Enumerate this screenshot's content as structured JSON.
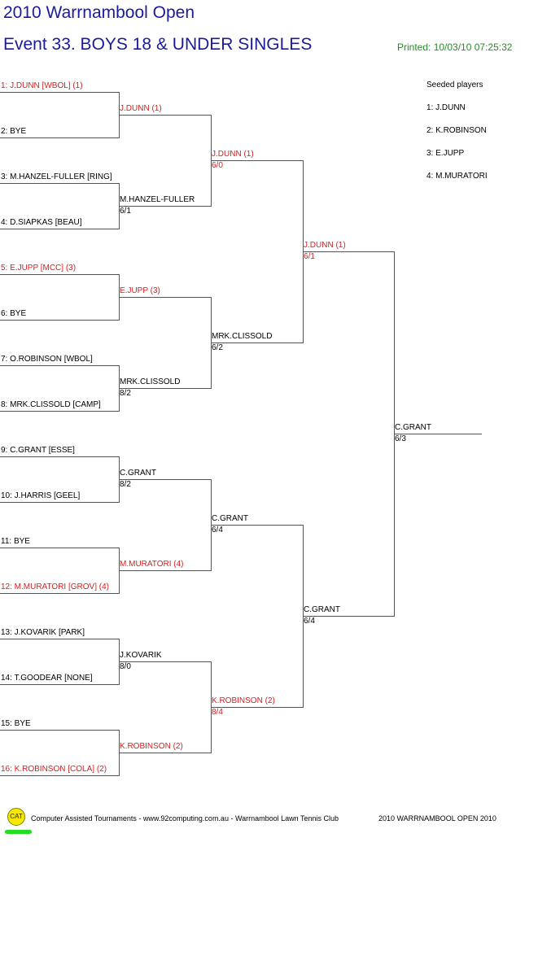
{
  "header": {
    "tournament": "2010 Warrnambool Open",
    "event": "Event 33. BOYS 18 & UNDER SINGLES",
    "printed": "Printed: 10/03/10 07:25:32"
  },
  "seeded": {
    "title": "Seeded players",
    "players": [
      "1: J.DUNN",
      "2: K.ROBINSON",
      "3: E.JUPP",
      "4: M.MURATORI"
    ]
  },
  "rounds": [
    [
      {
        "name": "1: J.DUNN [WBOL] (1)",
        "seeded": true
      },
      {
        "name": "2: BYE",
        "seeded": false
      },
      {
        "name": "3: M.HANZEL-FULLER [RING]",
        "seeded": false
      },
      {
        "name": "4: D.SIAPKAS [BEAU]",
        "seeded": false
      },
      {
        "name": "5: E.JUPP [MCC] (3)",
        "seeded": true
      },
      {
        "name": "6: BYE",
        "seeded": false
      },
      {
        "name": "7: O.ROBINSON [WBOL]",
        "seeded": false
      },
      {
        "name": "8: MRK.CLISSOLD [CAMP]",
        "seeded": false
      },
      {
        "name": "9: C.GRANT [ESSE]",
        "seeded": false
      },
      {
        "name": "10: J.HARRIS [GEEL]",
        "seeded": false
      },
      {
        "name": "11: BYE",
        "seeded": false
      },
      {
        "name": "12: M.MURATORI [GROV] (4)",
        "seeded": true
      },
      {
        "name": "13: J.KOVARIK [PARK]",
        "seeded": false
      },
      {
        "name": "14: T.GOODEAR [NONE]",
        "seeded": false
      },
      {
        "name": "15: BYE",
        "seeded": false
      },
      {
        "name": "16: K.ROBINSON [COLA] (2)",
        "seeded": true
      }
    ],
    [
      {
        "name": "J.DUNN (1)",
        "score": "",
        "seeded": true
      },
      {
        "name": "M.HANZEL-FULLER",
        "score": "6/1",
        "seeded": false
      },
      {
        "name": "E.JUPP (3)",
        "score": "",
        "seeded": true
      },
      {
        "name": "MRK.CLISSOLD",
        "score": "8/2",
        "seeded": false
      },
      {
        "name": "C.GRANT",
        "score": "8/2",
        "seeded": false
      },
      {
        "name": "M.MURATORI (4)",
        "score": "",
        "seeded": true
      },
      {
        "name": "J.KOVARIK",
        "score": "8/0",
        "seeded": false
      },
      {
        "name": "K.ROBINSON (2)",
        "score": "",
        "seeded": true
      }
    ],
    [
      {
        "name": "J.DUNN (1)",
        "score": "6/0",
        "seeded": true
      },
      {
        "name": "MRK.CLISSOLD",
        "score": "6/2",
        "seeded": false
      },
      {
        "name": "C.GRANT",
        "score": "6/4",
        "seeded": false
      },
      {
        "name": "K.ROBINSON (2)",
        "score": "8/4",
        "seeded": true
      }
    ],
    [
      {
        "name": "J.DUNN (1)",
        "score": "6/1",
        "seeded": true
      },
      {
        "name": "C.GRANT",
        "score": "6/4",
        "seeded": false
      }
    ],
    [
      {
        "name": "C.GRANT",
        "score": "6/3",
        "seeded": false
      }
    ]
  ],
  "footer": {
    "logo": "CAT",
    "credits": "Computer Assisted Tournaments - www.92computing.com.au -  Warrnambool Lawn Tennis Club",
    "event_name": "2010 WARRNAMBOOL OPEN 2010"
  },
  "colors": {
    "title": "#1a1a9c",
    "seeded": "#d42020",
    "printed": "#2a8a2a",
    "lines": "#555555"
  }
}
